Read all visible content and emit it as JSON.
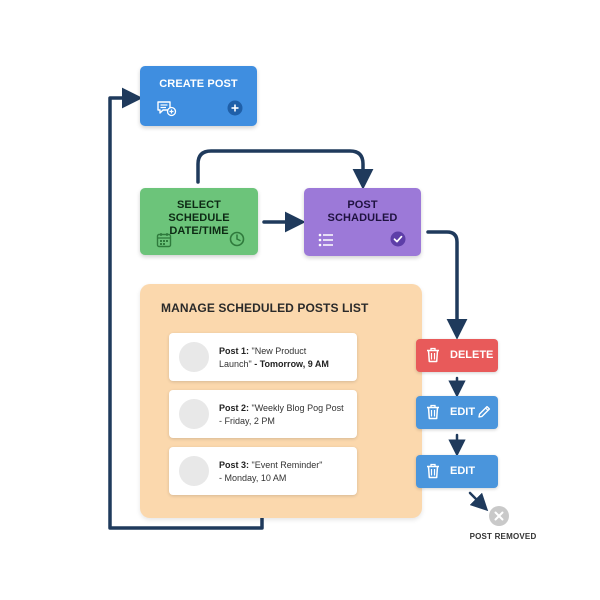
{
  "create_post": {
    "title": "CREATE POST",
    "icon": "message-plus-icon",
    "badge_icon": "plus-icon",
    "color": "#3f8ee0"
  },
  "select_schedule": {
    "title_line1": "SELECT",
    "title_line2": "SCHEDULE DATE/TIME",
    "icon_left": "calendar-icon",
    "icon_right": "clock-icon",
    "color": "#6cc47a"
  },
  "post_scheduled": {
    "title_line1": "POST",
    "title_line2": "SCHADULED",
    "icon_left": "list-icon",
    "icon_right": "check-icon",
    "color": "#9c79d8"
  },
  "manage_list": {
    "title": "MANAGE SCHEDULED POSTS LIST",
    "color": "#fbd8ad",
    "posts": [
      {
        "num": "Post 1:",
        "line1": " \"New Product",
        "line2_name": "Launch\"",
        "line2_rest": " - Tomorrow, 9 AM"
      },
      {
        "num": "Post 2:",
        "line1": " \"Weekly Blog Pog Post",
        "line2_name": "",
        "line2_rest": "- Friday, 2 PM"
      },
      {
        "num": "Post 3:",
        "line1": " \"Event Reminder\"",
        "line2_name": "",
        "line2_rest": "- Monday, 10 AM"
      }
    ]
  },
  "actions": {
    "delete_label": "DELETE",
    "edit_label_1": "EDIT",
    "edit_label_2": "EDIT",
    "delete_color": "#e85a5a",
    "edit_color": "#4a95dc"
  },
  "outcome": {
    "label": "POST REMOVED",
    "icon": "close-circle-icon"
  },
  "arrow_color": "#1f3a5c"
}
